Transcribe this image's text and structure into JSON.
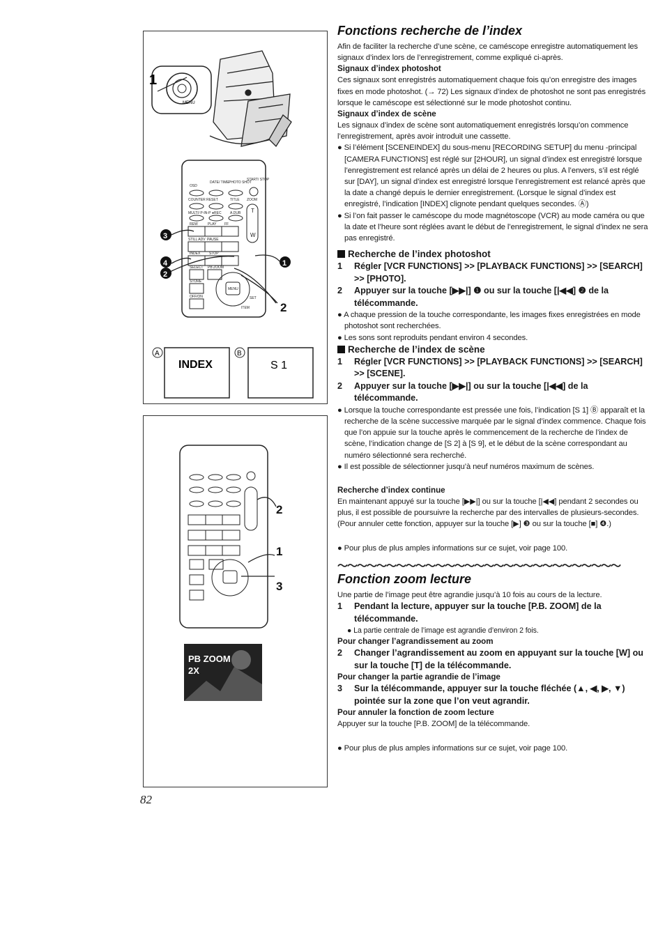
{
  "page_number": "82",
  "figure_top": {
    "callout_1": "1",
    "menu_label": "MENU",
    "remote_labels": [
      "OSD",
      "DATE/ TIME",
      "PHOTO SHOT",
      "START/ STOP",
      "COUNTER RESET",
      "TITLE",
      "ZOOM",
      "MULTI/ P-IN-P",
      "●REC",
      "A.DUB",
      "REW",
      "PLAY",
      "FF",
      "STILL ADV",
      "PAUSE",
      "INDEX",
      "STOP",
      "SELECT",
      "PB ZOOM",
      "STORE",
      "MENU",
      "OFF/ON",
      "SET",
      "ITEM",
      "T",
      "W"
    ],
    "callouts": [
      "3",
      "4",
      "2",
      "1",
      "2"
    ],
    "screen_a": "A",
    "screen_a_text": "INDEX",
    "screen_b": "B",
    "screen_b_text": "S 1"
  },
  "figure_bottom": {
    "callouts": [
      "2",
      "1",
      "3"
    ],
    "screen_text_line1": "PB ZOOM",
    "screen_text_line2": "2X"
  },
  "section1": {
    "title": "Fonctions recherche de l’index",
    "intro": "Afin de faciliter la recherche d’une scène, ce caméscope enregistre automatiquement les signaux d’index lors de l’enregistrement, comme expliqué ci-après.",
    "sub1": "Signaux d’index photoshot",
    "sub1_text": "Ces signaux sont enregistrés automatiquement chaque fois qu’on enregistre des images fixes en mode photoshot. (→ 72) Les signaux d’index de photoshot ne sont pas enregistrés lorsque le caméscope est sélectionné sur le mode photoshot continu.",
    "sub2": "Signaux d’index de scène",
    "sub2_text": "Les signaux d’index de scène sont automatiquement enregistrés lorsqu’on commence l’enregistrement, après avoir introduit une cassette.",
    "bullet1": "Si l’élément [SCENEINDEX] du sous-menu [RECORDING SETUP] du menu -principal [CAMERA FUNCTIONS] est réglé sur [2HOUR], un signal d’index est enregistré lorsque l’enregistrement est relancé après un délai de 2 heures ou plus. A l’envers, s’il est réglé sur [DAY], un signal d’index est enregistré lorsque l’enregistrement est relancé après que la date a changé depuis le dernier enregistrement. (Lorsque le signal d’index est enregistré, l’indication [INDEX] clignote pendant quelques secondes. Ⓐ)",
    "bullet2": "Si l’on fait passer le caméscope du mode magnétoscope (VCR) au mode caméra ou que la date et l’heure sont réglées avant le début de l’enregistrement, le signal d’index ne sera pas enregistré."
  },
  "photoshot": {
    "heading": "Recherche de l’index photoshot",
    "step1": "Régler [VCR FUNCTIONS] >> [PLAYBACK FUNCTIONS] >> [SEARCH] >> [PHOTO].",
    "step2": "Appuyer sur la touche [▶▶|] ❶ ou sur la touche [|◀◀] ❷ de la télécommande.",
    "bullet1": "A chaque pression de la touche correspondante, les images fixes enregistrées en mode photoshot sont recherchées.",
    "bullet2": "Les sons sont reproduits pendant environ 4 secondes."
  },
  "scene": {
    "heading": "Recherche de l’index de scène",
    "step1": "Régler [VCR FUNCTIONS] >> [PLAYBACK FUNCTIONS] >> [SEARCH] >> [SCENE].",
    "step2": "Appuyer sur la touche [▶▶|] ou sur la touche [|◀◀] de la télécommande.",
    "bullet1": "Lorsque la touche correspondante est pressée une fois, l’indication [S 1] Ⓑ apparaît et la recherche de la scène successive marquée par le signal d’index commence. Chaque fois que l’on appuie sur la touche après le commencement de la recherche de l’index de scène, l’indication change de [S 2] à [S 9], et le début de la scène correspondant au numéro sélectionné sera recherché.",
    "bullet2": "Il est possible de sélectionner jusqu’à neuf numéros maximum de scènes."
  },
  "continuous": {
    "heading": "Recherche d’index continue",
    "text": "En maintenant appuyé sur la touche [▶▶|] ou sur la touche [|◀◀] pendant 2 secondes ou plus, il est possible de poursuivre la recherche par des intervalles de plusieurs-secondes. (Pour annuler cette fonction, appuyer sur la touche [▶] ❸ ou sur la touche [■] ❹.)",
    "bullet": "Pour plus de plus amples informations sur ce sujet, voir page 100."
  },
  "divider": "～～～～～～～～～～～～～～～～～～～～～～～～～～～～～",
  "section2": {
    "title": "Fonction zoom lecture",
    "intro": "Une partie de l’image peut être agrandie jusqu’à 10 fois au cours de la lecture.",
    "step1": "Pendant la lecture, appuyer sur la touche [P.B. ZOOM] de la télécommande.",
    "step1_bullet": "La partie centrale de l’image est agrandie d’environ 2 fois.",
    "sub1": "Pour changer l’agrandissement au zoom",
    "step2": "Changer l’agrandissement au zoom en appuyant sur la touche [W] ou sur la touche [T] de la télécommande.",
    "sub2": "Pour changer la partie agrandie de l’image",
    "step3": "Sur la télécommande, appuyer sur la touche fléchée (▲, ◀, ▶, ▼) pointée sur la zone que l’on veut agrandir.",
    "sub3": "Pour annuler la fonction de zoom lecture",
    "sub3_text": "Appuyer sur la touche [P.B. ZOOM] de la télécommande.",
    "bullet": "Pour plus de plus amples informations sur ce sujet, voir page 100."
  }
}
